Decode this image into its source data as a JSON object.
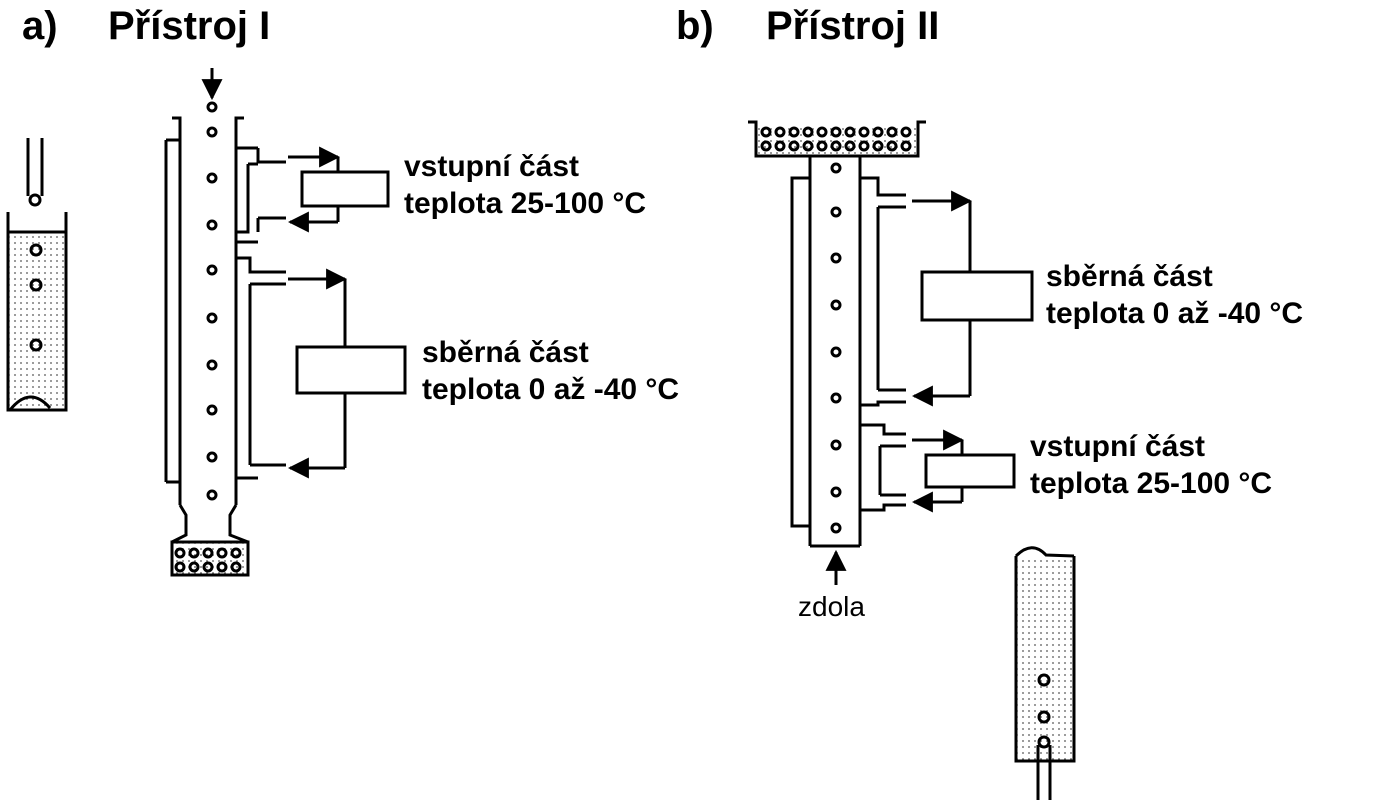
{
  "colors": {
    "ink": "#000000",
    "background": "#ffffff"
  },
  "panel_a": {
    "letter": "a)",
    "title": "Přístroj I",
    "inlet_zone": {
      "line1": "vstupní část",
      "line2": "teplota 25-100 °C"
    },
    "collection_zone": {
      "line1": "sběrná část",
      "line2": "teplota 0 až -40 °C"
    }
  },
  "panel_b": {
    "letter": "b)",
    "title": "Přístroj II",
    "collection_zone": {
      "line1": "sběrná část",
      "line2": "teplota 0 až -40 °C"
    },
    "inlet_zone": {
      "line1": "vstupní část",
      "line2": "teplota 25-100 °C"
    },
    "bottom_label": "zdola"
  }
}
